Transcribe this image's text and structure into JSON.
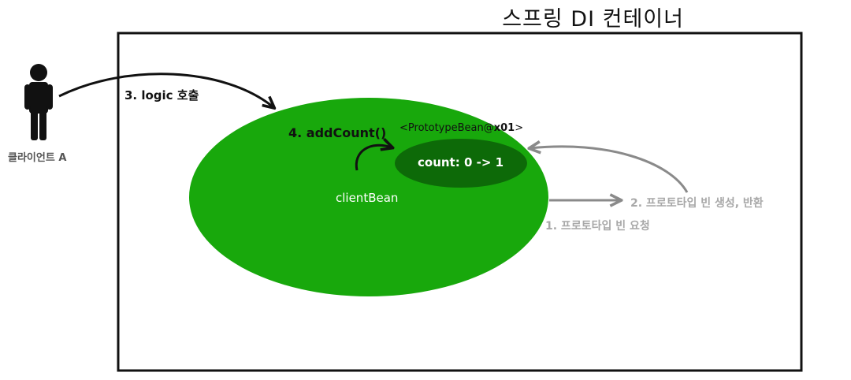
{
  "container": {
    "title": "스프링 DI 컨테이너"
  },
  "actor": {
    "label": "클라이언트 A"
  },
  "client_bean": {
    "label": "clientBean"
  },
  "prototype_bean": {
    "tag_prefix": "<PrototypeBean@",
    "tag_addr": "x01",
    "tag_suffix": ">",
    "count_label": "count: 0 -> 1"
  },
  "steps": {
    "request": "1. 프로토타입 빈 요청",
    "create_return": "2. 프로토타입 빈 생성, 반환",
    "logic_call": "3. logic 호출",
    "add_count": "4. addCount()"
  },
  "colors": {
    "client_bean_fill": "#18a80c",
    "prototype_fill": "#0d6a08",
    "gray_arrow": "#8a8a8a",
    "gray_text": "#a8a8a8",
    "black": "#111111"
  }
}
